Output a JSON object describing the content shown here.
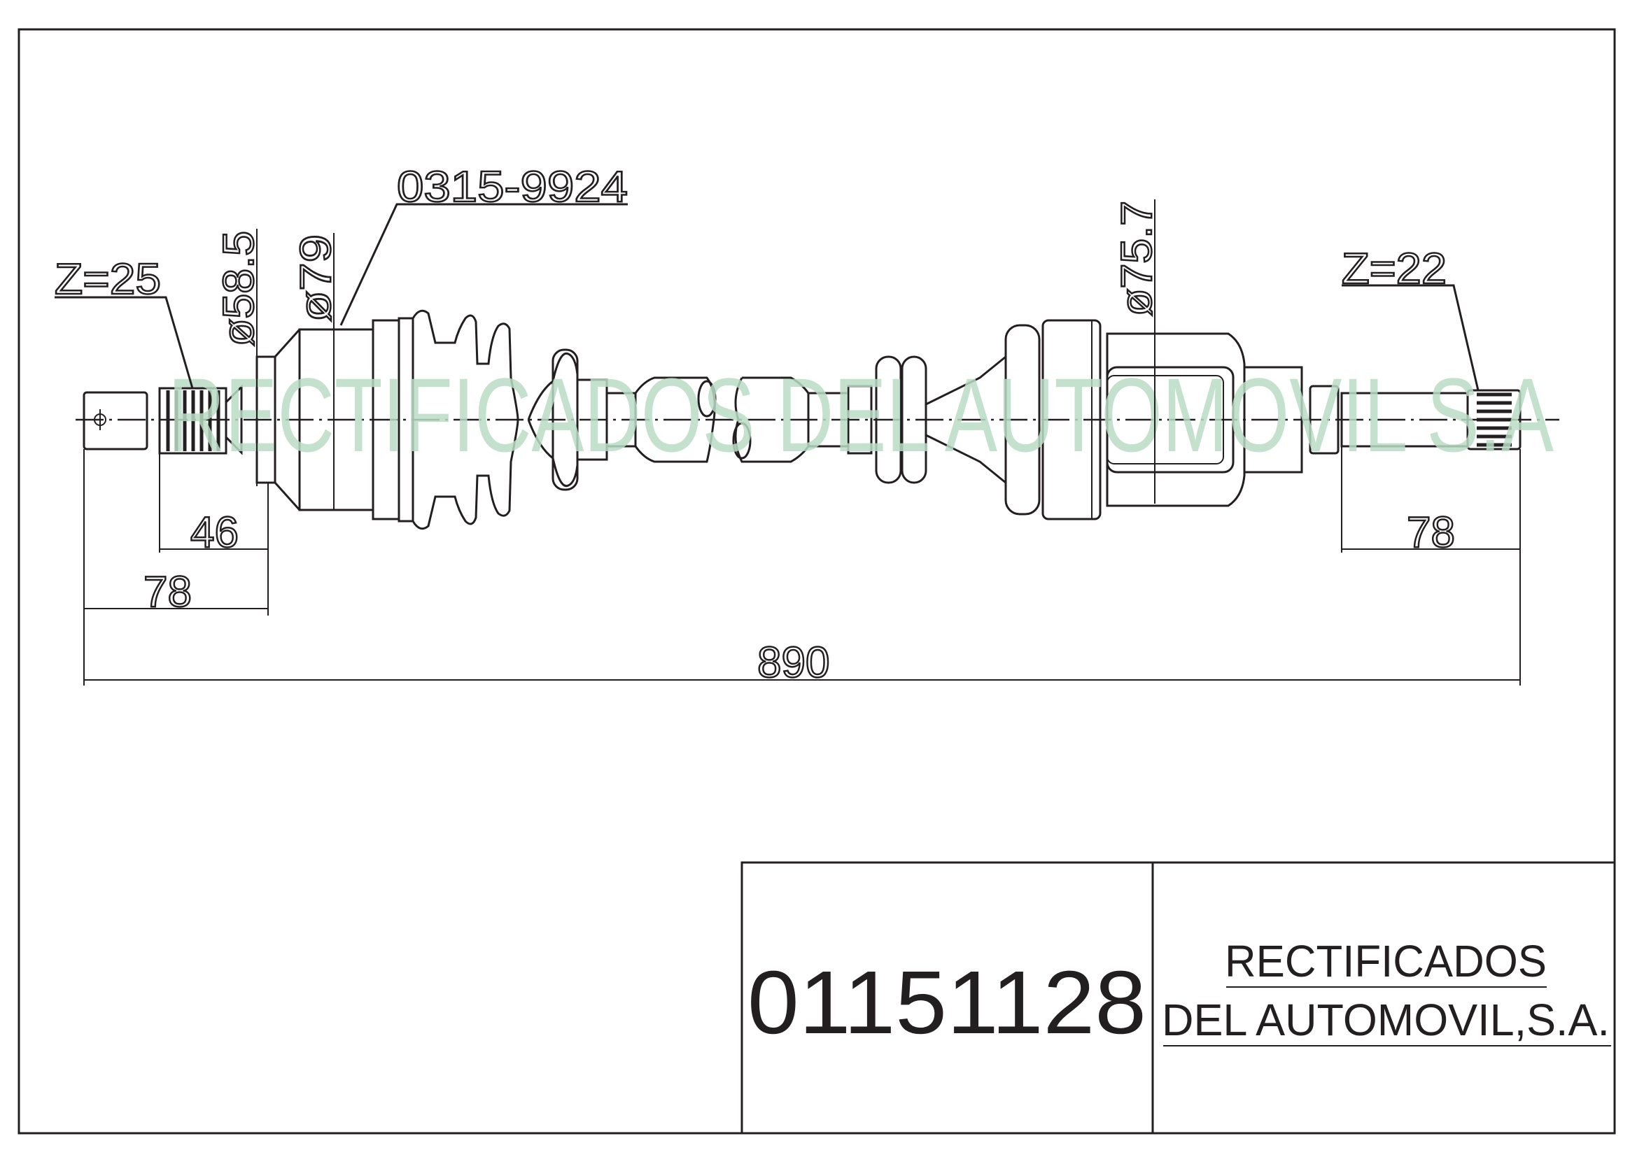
{
  "drawing": {
    "part_ref": "0315-9924",
    "left_spline": "Z=25",
    "right_spline": "Z=22",
    "diameters": {
      "left_small": "ø58.5",
      "left_joint": "ø79",
      "right_joint": "ø75.7"
    },
    "dimensions": {
      "left_spline_length": "46",
      "left_stub_length": "78",
      "right_stub_length": "78",
      "overall_length": "890"
    },
    "watermark": "RECTIFICADOS DEL AUTOMOVIL S.A"
  },
  "title_block": {
    "part_number": "01151128",
    "company_line1": "RECTIFICADOS",
    "company_line2": "DEL AUTOMOVIL,S.A."
  },
  "colors": {
    "line": "#231f20",
    "watermark": "#b9dcc4"
  }
}
